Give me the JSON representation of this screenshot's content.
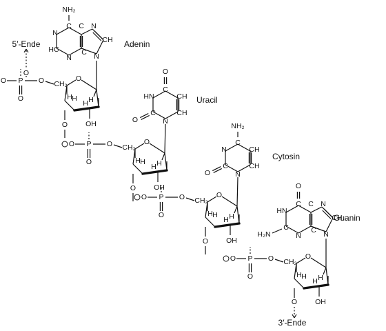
{
  "labels": {
    "five_end": "5′-Ende",
    "three_end": "3′-Ende",
    "adenin": "Adenin",
    "uracil": "Uracil",
    "cytosin": "Cytosin",
    "guanin": "Guanin"
  },
  "atoms": {
    "nh2": "NH₂",
    "h2n": "H₂N",
    "hn": "HN",
    "n": "N",
    "o": "O",
    "p": "P",
    "h": "H",
    "oh": "OH",
    "ch": "CH",
    "hc": "HC",
    "c": "C",
    "ch2": "CH₂",
    "minus": "⊖"
  },
  "colors": {
    "ink": "#111111",
    "background": "#ffffff"
  }
}
